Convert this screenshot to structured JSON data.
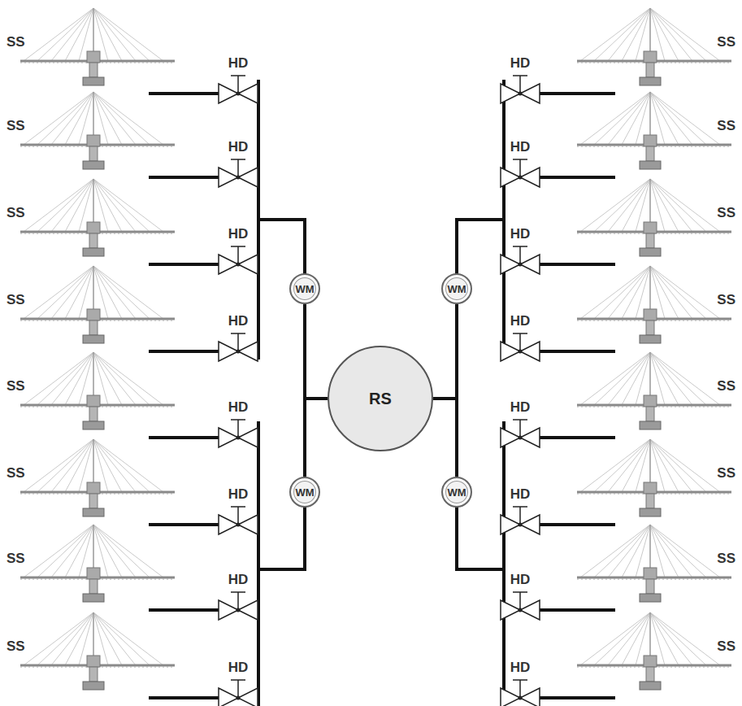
{
  "diagram": {
    "nodes": [
      {
        "text": [
          "WM"
        ]
      },
      {
        "text": [
          "WM"
        ]
      },
      {
        "text": [
          "RS"
        ]
      },
      {
        "text": [
          "WM"
        ]
      },
      {
        "text": [
          "WM"
        ]
      }
    ],
    "edges": [
      {
        "from": 2,
        "to": 0,
        "arrow": "none"
      },
      {
        "from": 2,
        "to": 1,
        "arrow": "none"
      },
      {
        "from": 2,
        "to": 3,
        "arrow": "none"
      },
      {
        "from": 2,
        "to": 4,
        "arrow": "none"
      }
    ],
    "labels": [
      "SS",
      "HD",
      "HD",
      "SS",
      "SS",
      "HD",
      "HD",
      "SS",
      "SS",
      "HD",
      "HD",
      "SS",
      "SS",
      "HD",
      "HD",
      "SS",
      "SS",
      "HD",
      "HD",
      "SS",
      "SS",
      "HD",
      "HD",
      "SS",
      "SS",
      "HD",
      "HD",
      "SS",
      "SS",
      "HD",
      "HD",
      "SS"
    ]
  }
}
